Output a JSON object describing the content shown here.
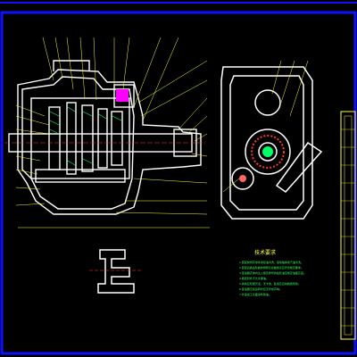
{
  "drawing": {
    "tech_title": "技术要求",
    "notes": [
      "1.装配前所有零件用煤油清洗，滚动轴承用汽油清洗。",
      "2.装配后各齿轮副的侧隙及接触斑点应符合规定要求。",
      "3.变速器壳体内注入规定牌号的齿轮油至规定油面高度。",
      "4.各密封处不允许漏油。",
      "5.换挡应轻便灵活，无卡滞、乱挡及自动脱挡现象。",
      "6.变速器空载运转时应无异常声响。",
      "7.外露加工表面涂防锈油。"
    ],
    "colors": {
      "outline": "#ffffff",
      "leader": "#ffff33",
      "border": "#0000ff",
      "center_line": "#ff3333",
      "gear": "#00ff66",
      "accent": "#ff00ff",
      "text_green": "#33ff66",
      "text_yellow": "#ffff55"
    }
  }
}
